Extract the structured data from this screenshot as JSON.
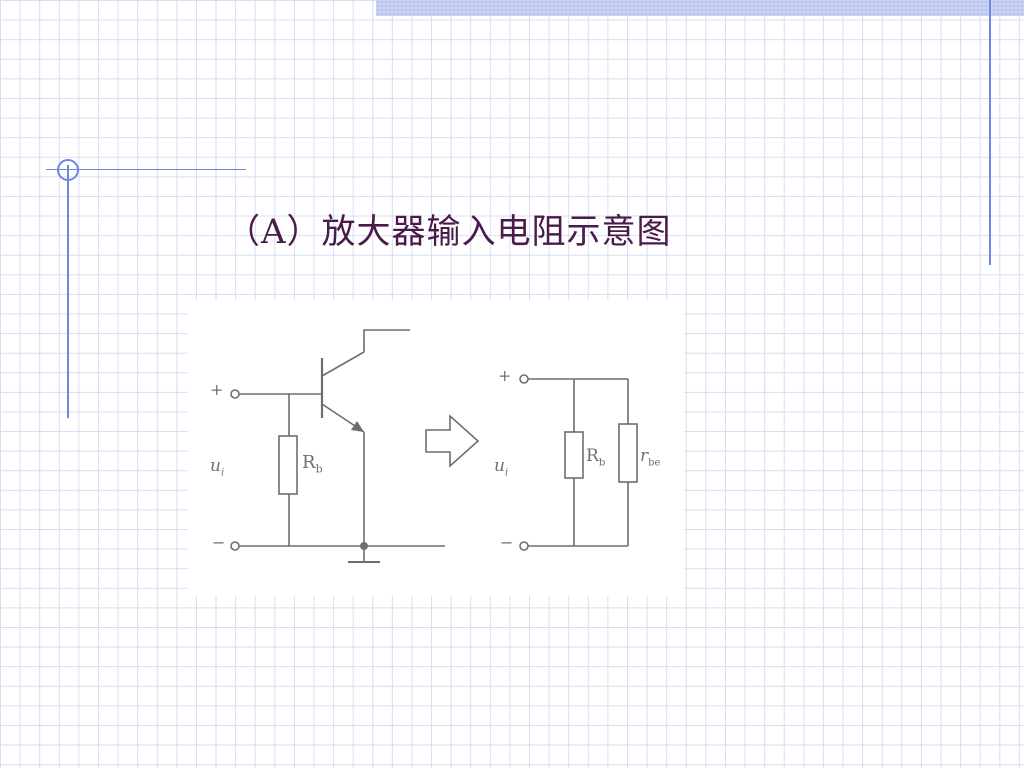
{
  "slide": {
    "title": "（A）放大器输入电阻示意图"
  },
  "diagram": {
    "left_circuit": {
      "plus_terminal": "+",
      "minus_terminal": "−",
      "input_voltage_label": "u",
      "input_voltage_subscript": "i",
      "resistor_label": "R",
      "resistor_subscript": "b"
    },
    "right_circuit": {
      "plus_terminal": "+",
      "minus_terminal": "−",
      "input_voltage_label": "u",
      "input_voltage_subscript": "i",
      "resistor_label": "R",
      "resistor_subscript": "b",
      "rbe_label": "r",
      "rbe_subscript": "be"
    }
  },
  "colors": {
    "title": "#4a1a4a",
    "accent_lines": "#6f86e6",
    "circuit": "#6e6e6e"
  }
}
